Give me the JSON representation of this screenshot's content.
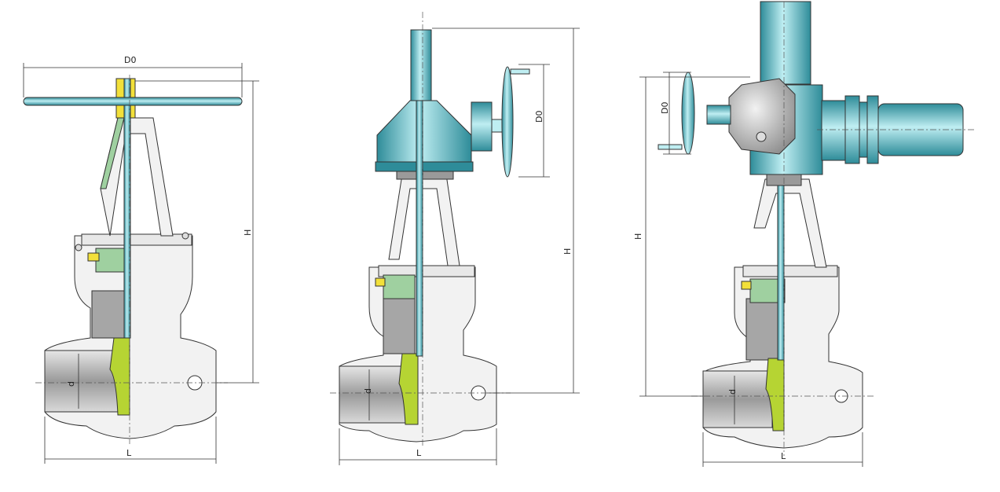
{
  "colors": {
    "body_fill": "#f2f2f2",
    "steel_fill": "#b8b8b8",
    "actuator_teal": "#4fb3c0",
    "actuator_dark": "#2e8c99",
    "seat_green": "#b6d433",
    "packing_yellow": "#f2e03a",
    "bonnet_green": "#9fd0a0"
  },
  "labels": {
    "d0": "D0",
    "h": "H",
    "l": "L",
    "d": "d"
  }
}
